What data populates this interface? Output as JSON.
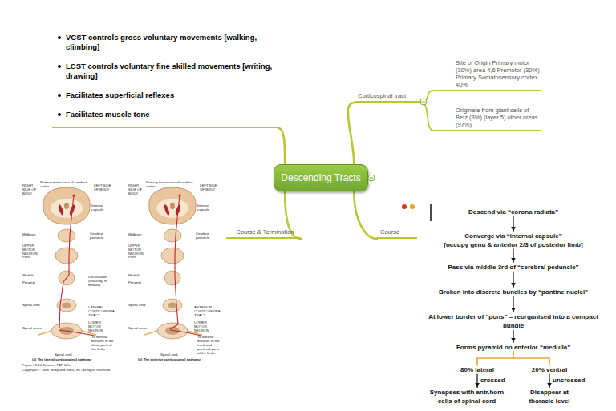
{
  "diagram": {
    "nodes": [
      {
        "text": [
          "VCST controls gross voluntary movements [walking, climbing]",
          "LCST controls voluntary fine skilled movements [writing, drawing]",
          "Facilitates superficial reflexes",
          "Facilitates muscle tone"
        ]
      },
      {
        "text": [
          "Descending Tracts"
        ]
      },
      {
        "text": [
          "Corticospinal tract"
        ]
      },
      {
        "text": [
          "Site of Origin Primary motor (30%) area 4,6 Premotor (30%) Primary Somatosensory cortex 40%"
        ]
      },
      {
        "text": [
          "Originate from giant cells of Betz (3%) (layer 5) other areas (97%)"
        ]
      },
      {
        "text": [
          "Course & Termination"
        ]
      },
      {
        "text": [
          "Course"
        ]
      },
      {
        "text": [
          "Descend via “corona radiata”"
        ]
      },
      {
        "text": [
          "Converge via “internal capsule”",
          "[occupy genu & anterior 2/3 of posterior limb]"
        ]
      },
      {
        "text": [
          "Pass via middle 3rd of “cerebral peduncle”"
        ]
      },
      {
        "text": [
          "Broken into discrete bundles by “pontine nuclei”"
        ]
      },
      {
        "text": [
          "At lower border of “pons” – reorganised into a compact bundle"
        ]
      },
      {
        "text": [
          "Forms pyramid on anterior “medulla”"
        ]
      },
      {
        "text": [
          "80% lateral"
        ]
      },
      {
        "text": [
          "20% ventral"
        ]
      },
      {
        "text": [
          "Synapses with antr.horn cells of spinal cord"
        ]
      },
      {
        "text": [
          "Disappear at thoracic level"
        ]
      }
    ],
    "edges": [
      {
        "from": 1,
        "to": 0,
        "arrow": "none"
      },
      {
        "from": 1,
        "to": 2,
        "arrow": "none"
      },
      {
        "from": 2,
        "to": 3,
        "arrow": "none"
      },
      {
        "from": 2,
        "to": 4,
        "arrow": "none"
      },
      {
        "from": 1,
        "to": 5,
        "arrow": "none"
      },
      {
        "from": 1,
        "to": 6,
        "arrow": "none"
      },
      {
        "from": 7,
        "to": 8,
        "arrow": "to"
      },
      {
        "from": 8,
        "to": 9,
        "arrow": "to"
      },
      {
        "from": 9,
        "to": 10,
        "arrow": "to"
      },
      {
        "from": 10,
        "to": 11,
        "arrow": "to"
      },
      {
        "from": 11,
        "to": 12,
        "arrow": "to"
      },
      {
        "from": 12,
        "to": 13,
        "arrow": "none"
      },
      {
        "from": 12,
        "to": 14,
        "arrow": "none"
      },
      {
        "from": 13,
        "to": 15,
        "arrow": "to",
        "label": "crossed"
      },
      {
        "from": 14,
        "to": 16,
        "arrow": "to",
        "label": "uncrossed"
      }
    ],
    "labels": [
      "Primary motor area of cerebral cortex",
      "RIGHT SIDE OF BODY",
      "LEFT SIDE OF BODY",
      "Internal capsule",
      "Midbrain",
      "Cerebral peduncle",
      "UPPER MOTOR NEURON",
      "Pons",
      "Medulla",
      "Pyramid",
      "Decussation (crossing) in medulla",
      "Spinal cord",
      "LATERAL CORTICOSPINAL TRACT",
      "Spinal nerve",
      "LOWER MOTOR NEURON",
      "To skeletal muscles in the distal parts of the limbs",
      "Spinal cord",
      "(a) The lateral corticospinal pathway",
      "Primary motor area of cerebral cortex",
      "RIGHT SIDE OF BODY",
      "LEFT SIDE OF BODY",
      "Internal capsule",
      "Midbrain",
      "Cerebral peduncle",
      "UPPER MOTOR NEURON",
      "Pons",
      "Medulla",
      "Pyramid",
      "Spinal cord",
      "ANTERIOR CORTICOSPINAL TRACT",
      "Spinal nerve",
      "LOWER MOTOR NEURON",
      "To skeletal muscles in the trunk and proximal parts of the limbs",
      "Spinal cord",
      "(b) The anterior corticospinal pathway",
      "Figure 16.10 Tortora - PAP 12/e",
      "Copyright © John Wiley and Sons, Inc. All rights reserved."
    ]
  }
}
